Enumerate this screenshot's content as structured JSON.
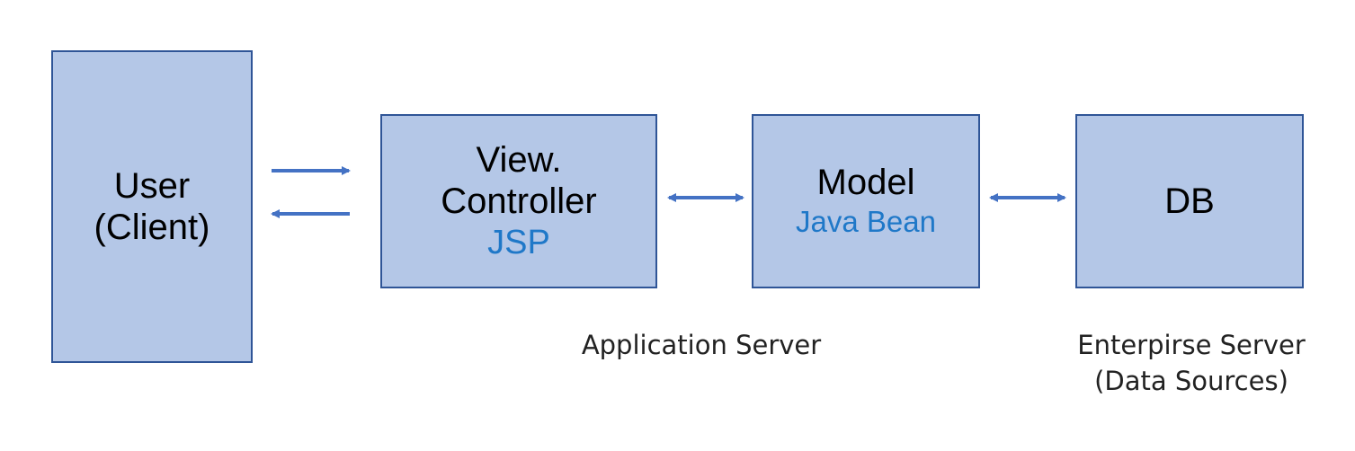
{
  "user": {
    "line1": "User",
    "line2": "(Client)"
  },
  "view": {
    "line1": "View.",
    "line2": "Controller",
    "tech": "JSP"
  },
  "model": {
    "title": "Model",
    "tech": "Java Bean"
  },
  "db": {
    "title": "DB"
  },
  "captions": {
    "app_server": "Application Server",
    "enterprise_line1": "Enterpirse Server",
    "enterprise_line2": "(Data Sources)"
  },
  "colors": {
    "box_fill": "#b4c7e7",
    "box_border": "#2f5597",
    "tech_text": "#1f78c8",
    "arrow": "#4472c4"
  }
}
